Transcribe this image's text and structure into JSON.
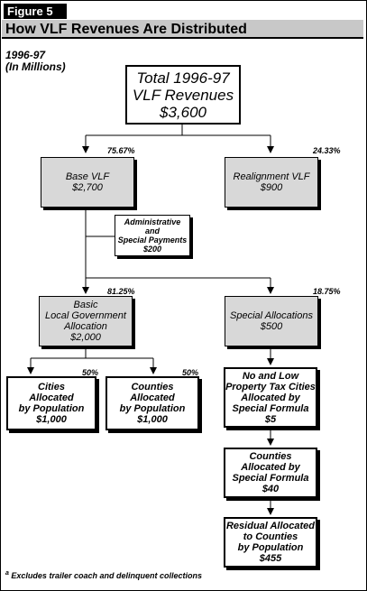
{
  "figure_label": "Figure 5",
  "title": "How VLF Revenues Are Distributed",
  "subtitle_line1": "1996-97",
  "subtitle_line2": "(In Millions)",
  "total": {
    "line1": "Total 1996-97",
    "line2": "VLF Revenues",
    "line3": "$3,600"
  },
  "base_vlf": {
    "line1": "Base VLF",
    "line2": "$2,700",
    "pct": "75.67%"
  },
  "realignment_vlf": {
    "line1": "Realignment VLF",
    "line2": "$900",
    "pct": "24.33%"
  },
  "admin": {
    "line1": "Administrative",
    "line2": "and",
    "line3": "Special Payments",
    "line4": "$200"
  },
  "basic_local": {
    "line1": "Basic",
    "line2": "Local Government",
    "line3": "Allocation",
    "line4": "$2,000",
    "pct": "81.25%"
  },
  "special_alloc": {
    "line1": "Special Allocations",
    "line2": "$500",
    "pct": "18.75%"
  },
  "cities": {
    "line1": "Cities",
    "line2": "Allocated",
    "line3": "by Population",
    "line4": "$1,000",
    "pct": "50%"
  },
  "counties": {
    "line1": "Counties",
    "line2": "Allocated",
    "line3": "by Population",
    "line4": "$1,000",
    "pct": "50%"
  },
  "no_low": {
    "line1": "No and Low",
    "line2": "Property Tax Cities",
    "line3": "Allocated by",
    "line4": "Special Formula",
    "line5": "$5"
  },
  "counties_special": {
    "line1": "Counties",
    "line2": "Allocated by",
    "line3": "Special Formula",
    "line4": "$40"
  },
  "residual": {
    "line1": "Residual Allocated",
    "line2": "to Counties",
    "line3": "by Population",
    "line4": "$455"
  },
  "footnote_marker": "a",
  "footnote": "Excludes trailer coach and delinquent collections"
}
